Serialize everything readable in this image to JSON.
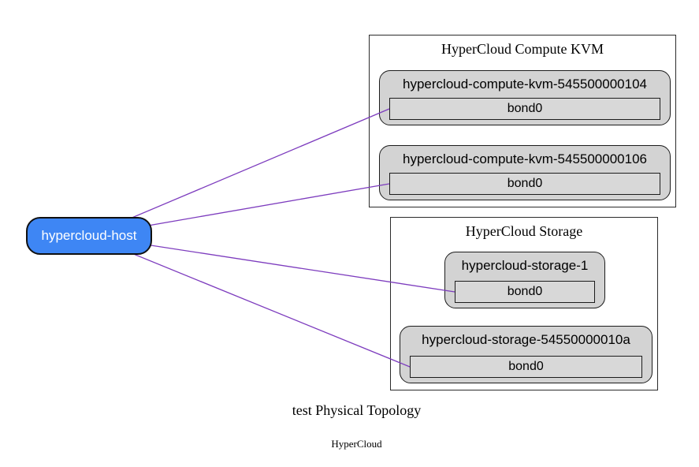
{
  "diagram": {
    "title": "test Physical Topology",
    "subtitle": "HyperCloud",
    "host": {
      "id": "host",
      "label": "hypercloud-host"
    },
    "clusters": [
      {
        "label": "HyperCloud Compute KVM",
        "nodes": [
          {
            "label": "hypercloud-compute-kvm-545500000104",
            "iface": "bond0",
            "port_id": "port-kvm104"
          },
          {
            "label": "hypercloud-compute-kvm-545500000106",
            "iface": "bond0",
            "port_id": "port-kvm106"
          }
        ]
      },
      {
        "label": "HyperCloud Storage",
        "nodes": [
          {
            "label": "hypercloud-storage-1",
            "iface": "bond0",
            "port_id": "port-storage1"
          },
          {
            "label": "hypercloud-storage-54550000010a",
            "iface": "bond0",
            "port_id": "port-storage10a"
          }
        ]
      }
    ],
    "edges": [
      {
        "from": "host",
        "to": "port-kvm104"
      },
      {
        "from": "host",
        "to": "port-kvm106"
      },
      {
        "from": "host",
        "to": "port-storage1"
      },
      {
        "from": "host",
        "to": "port-storage10a"
      }
    ],
    "colors": {
      "host_fill": "#3e86f4",
      "node_fill": "#d3d3d3",
      "port_fill": "#d8d8d8",
      "edge": "#7d3cbe"
    }
  }
}
